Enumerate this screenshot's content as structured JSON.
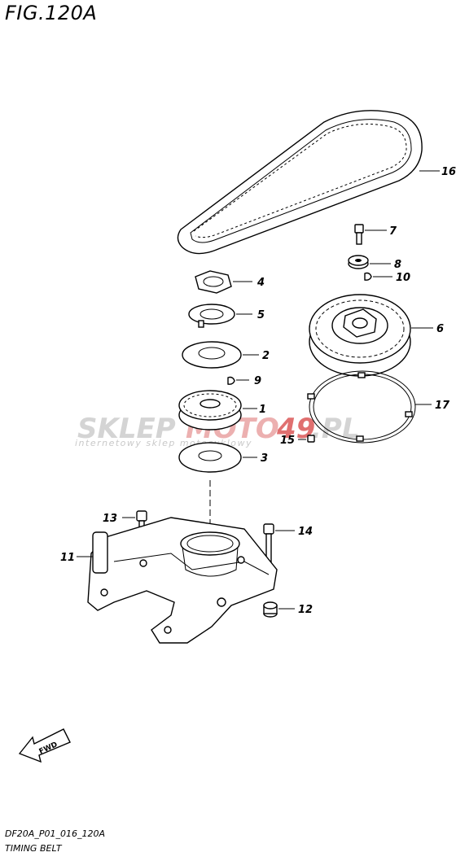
{
  "figure": {
    "title": "FIG.120A",
    "code": "DF20A_P01_016_120A",
    "name": "TIMING BELT"
  },
  "watermark": {
    "main_left": "SKLEP",
    "main_mid": "MOTO",
    "main_num": "49",
    "main_right": ".PL",
    "sub": "internetowy sklep motocyklowy",
    "colors": {
      "gray": "#d0d0d0",
      "red": "#e8a0a0"
    }
  },
  "fwd_label": "FWD",
  "callouts": [
    "1",
    "2",
    "3",
    "4",
    "5",
    "6",
    "7",
    "8",
    "9",
    "10",
    "11",
    "12",
    "13",
    "14",
    "15",
    "16",
    "17"
  ]
}
